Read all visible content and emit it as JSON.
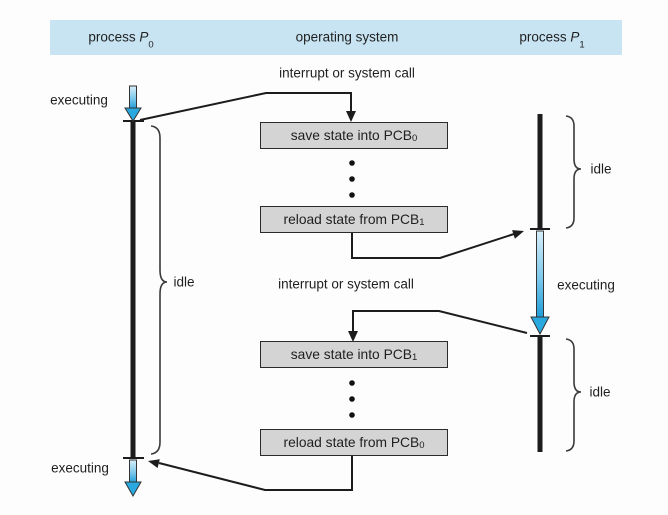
{
  "header": {
    "left": {
      "prefix": "process ",
      "symbol": "P",
      "subscript": "0"
    },
    "center": {
      "label": "operating system"
    },
    "right": {
      "prefix": "process ",
      "symbol": "P",
      "subscript": "1"
    }
  },
  "labels": {
    "interrupt": "interrupt or system call",
    "executing": "executing",
    "idle": "idle"
  },
  "boxes": [
    {
      "prefix": "save state into PCB",
      "subscript": "0"
    },
    {
      "prefix": "reload state from PCB",
      "subscript": "1"
    },
    {
      "prefix": "save state into PCB",
      "subscript": "1"
    },
    {
      "prefix": "reload state from PCB",
      "subscript": "0"
    }
  ],
  "colors": {
    "header_bg": "#c8e4f3",
    "box_bg": "#d4d4d4",
    "box_border": "#2b2b2b",
    "timeline": "#1c1c1c",
    "arrow_blue": "#2aa9e0",
    "arrow_blue_light": "#cfeaf7"
  }
}
